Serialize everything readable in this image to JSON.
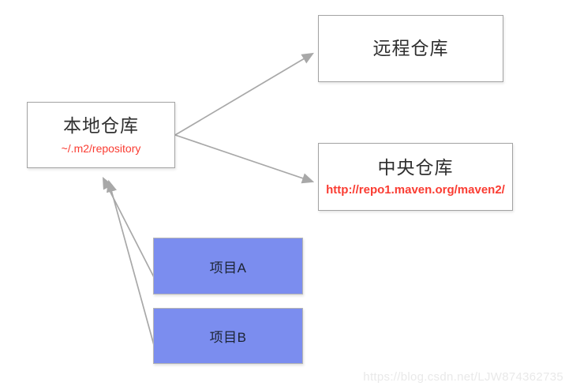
{
  "diagram": {
    "boxes": {
      "local_repo": {
        "title": "本地仓库",
        "subtitle": "~/.m2/repository"
      },
      "remote_repo": {
        "title": "远程仓库"
      },
      "central_repo": {
        "title": "中央仓库",
        "subtitle": "http://repo1.maven.org/maven2/"
      },
      "project_a": {
        "label": "项目A"
      },
      "project_b": {
        "label": "项目B"
      }
    },
    "edges": [
      {
        "from": "local_repo",
        "to": "remote_repo"
      },
      {
        "from": "local_repo",
        "to": "central_repo"
      },
      {
        "from": "project_a",
        "to": "local_repo"
      },
      {
        "from": "project_b",
        "to": "local_repo"
      }
    ]
  },
  "colors": {
    "accent_red": "#fa3c32",
    "project_blue": "#7b8def",
    "arrow_gray": "#a8a8a8",
    "border_gray": "#a3a3a3",
    "text_dark": "#2f2f2f",
    "watermark_gray": "#e9e9e9"
  },
  "watermark": {
    "text": "https://blog.csdn.net/LJW874362735"
  }
}
